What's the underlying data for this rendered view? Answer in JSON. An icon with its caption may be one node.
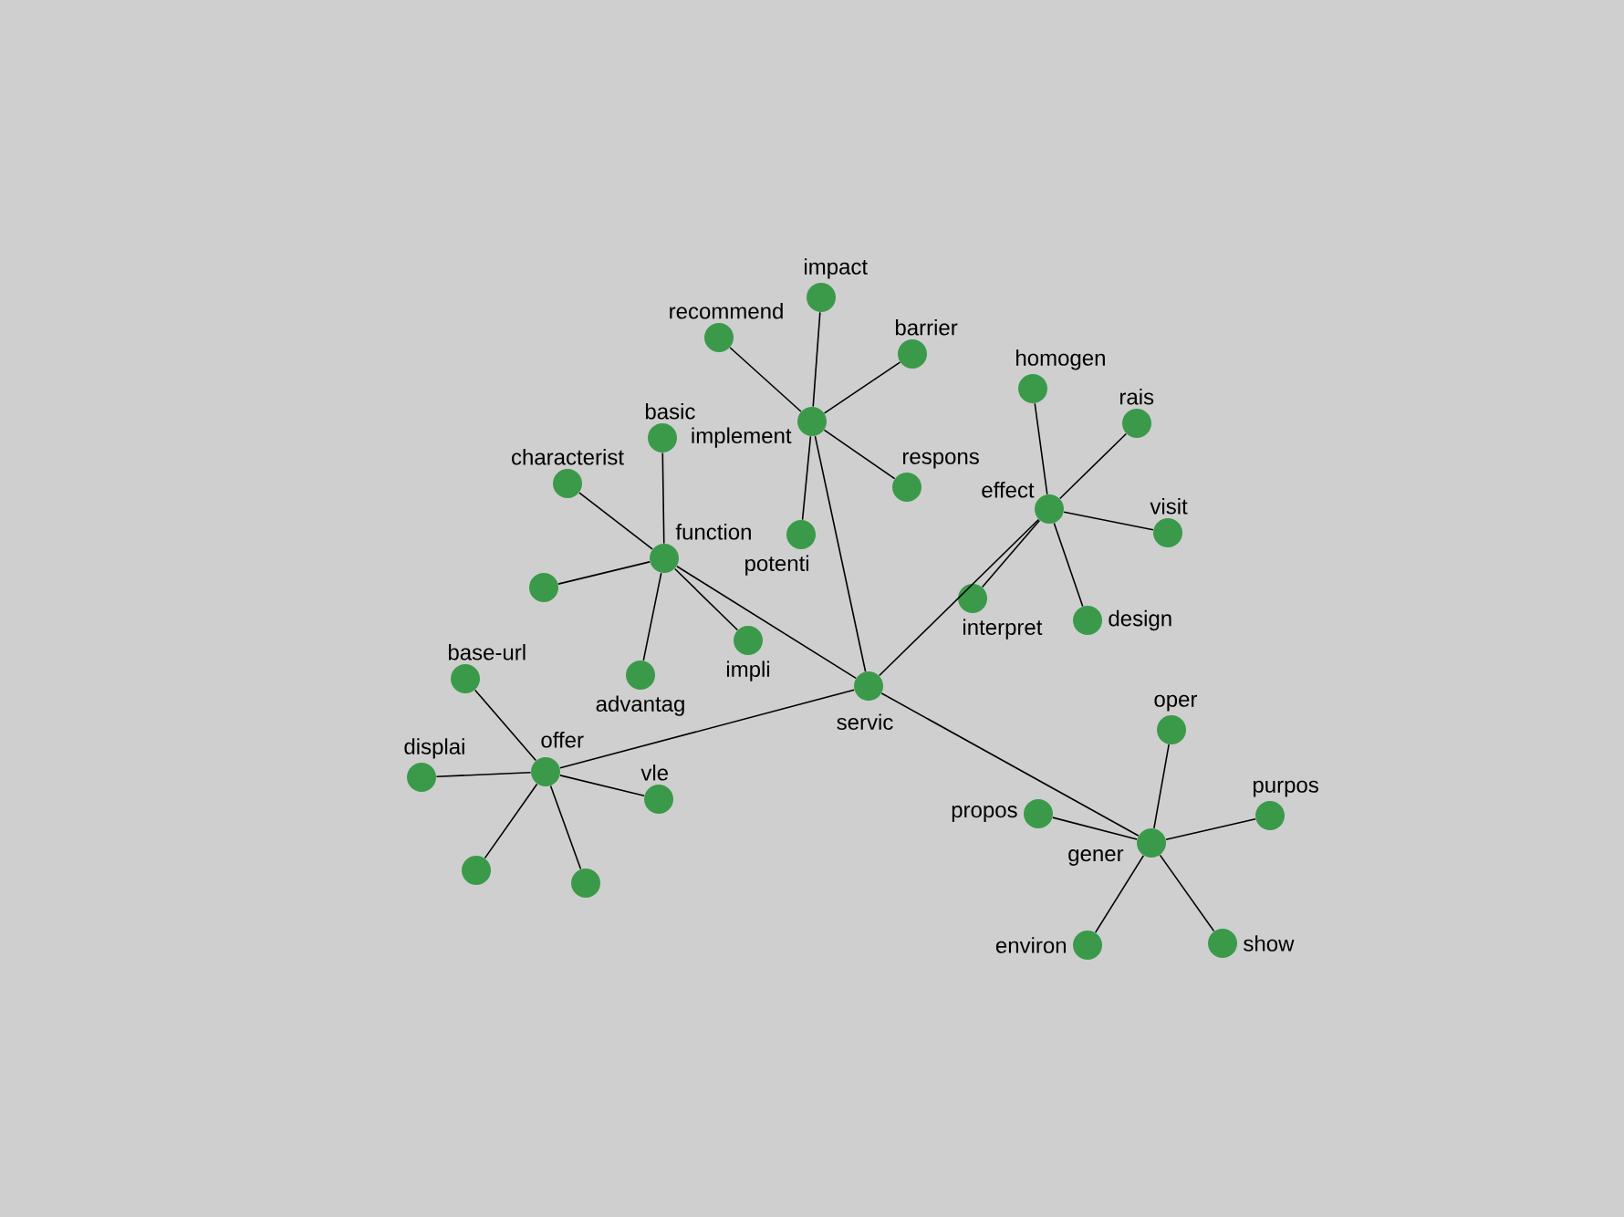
{
  "diagram": {
    "nodes": [
      {
        "text": [
          "impact"
        ]
      },
      {
        "text": [
          "recommend"
        ]
      },
      {
        "text": [
          "barrier"
        ]
      },
      {
        "text": [
          "homogen"
        ]
      },
      {
        "text": [
          "implement"
        ]
      },
      {
        "text": [
          "rais"
        ]
      },
      {
        "text": [
          "basic"
        ]
      },
      {
        "text": [
          "characterist"
        ]
      },
      {
        "text": [
          "respons"
        ]
      },
      {
        "text": [
          "effect"
        ]
      },
      {
        "text": [
          "visit"
        ]
      },
      {
        "text": [
          "potenti"
        ]
      },
      {
        "text": [
          "function"
        ]
      },
      {
        "text": [],
        "shape": "circle"
      },
      {
        "text": [
          "interpret"
        ]
      },
      {
        "text": [
          "design"
        ]
      },
      {
        "text": [
          "impli"
        ]
      },
      {
        "text": [
          "advantag"
        ]
      },
      {
        "text": [
          "base-url"
        ]
      },
      {
        "text": [
          "servic"
        ]
      },
      {
        "text": [
          "oper"
        ]
      },
      {
        "text": [
          "offer"
        ]
      },
      {
        "text": [
          "displai"
        ]
      },
      {
        "text": [
          "vle"
        ]
      },
      {
        "text": [
          "propos"
        ]
      },
      {
        "text": [
          "purpos"
        ]
      },
      {
        "text": [
          "gener"
        ]
      },
      {
        "text": [],
        "shape": "circle"
      },
      {
        "text": [],
        "shape": "circle"
      },
      {
        "text": [
          "show"
        ]
      },
      {
        "text": [
          "environ"
        ]
      }
    ],
    "edges": [
      {
        "from": 4,
        "to": 0,
        "arrow": "none"
      },
      {
        "from": 4,
        "to": 1,
        "arrow": "none"
      },
      {
        "from": 4,
        "to": 2,
        "arrow": "none"
      },
      {
        "from": 4,
        "to": 8,
        "arrow": "none"
      },
      {
        "from": 4,
        "to": 11,
        "arrow": "none"
      },
      {
        "from": 4,
        "to": 19,
        "arrow": "none"
      },
      {
        "from": 9,
        "to": 3,
        "arrow": "none"
      },
      {
        "from": 9,
        "to": 5,
        "arrow": "none"
      },
      {
        "from": 9,
        "to": 10,
        "arrow": "none"
      },
      {
        "from": 9,
        "to": 15,
        "arrow": "none"
      },
      {
        "from": 9,
        "to": 14,
        "arrow": "none"
      },
      {
        "from": 9,
        "to": 19,
        "arrow": "none"
      },
      {
        "from": 12,
        "to": 6,
        "arrow": "none"
      },
      {
        "from": 12,
        "to": 7,
        "arrow": "none"
      },
      {
        "from": 12,
        "to": 13,
        "arrow": "none"
      },
      {
        "from": 12,
        "to": 17,
        "arrow": "none"
      },
      {
        "from": 12,
        "to": 16,
        "arrow": "none"
      },
      {
        "from": 12,
        "to": 19,
        "arrow": "none"
      },
      {
        "from": 21,
        "to": 18,
        "arrow": "none"
      },
      {
        "from": 21,
        "to": 22,
        "arrow": "none"
      },
      {
        "from": 21,
        "to": 27,
        "arrow": "none"
      },
      {
        "from": 21,
        "to": 28,
        "arrow": "none"
      },
      {
        "from": 21,
        "to": 23,
        "arrow": "none"
      },
      {
        "from": 21,
        "to": 19,
        "arrow": "none"
      },
      {
        "from": 26,
        "to": 20,
        "arrow": "none"
      },
      {
        "from": 26,
        "to": 25,
        "arrow": "none"
      },
      {
        "from": 26,
        "to": 29,
        "arrow": "none"
      },
      {
        "from": 26,
        "to": 30,
        "arrow": "none"
      },
      {
        "from": 26,
        "to": 24,
        "arrow": "none"
      },
      {
        "from": 26,
        "to": 19,
        "arrow": "none"
      }
    ]
  }
}
